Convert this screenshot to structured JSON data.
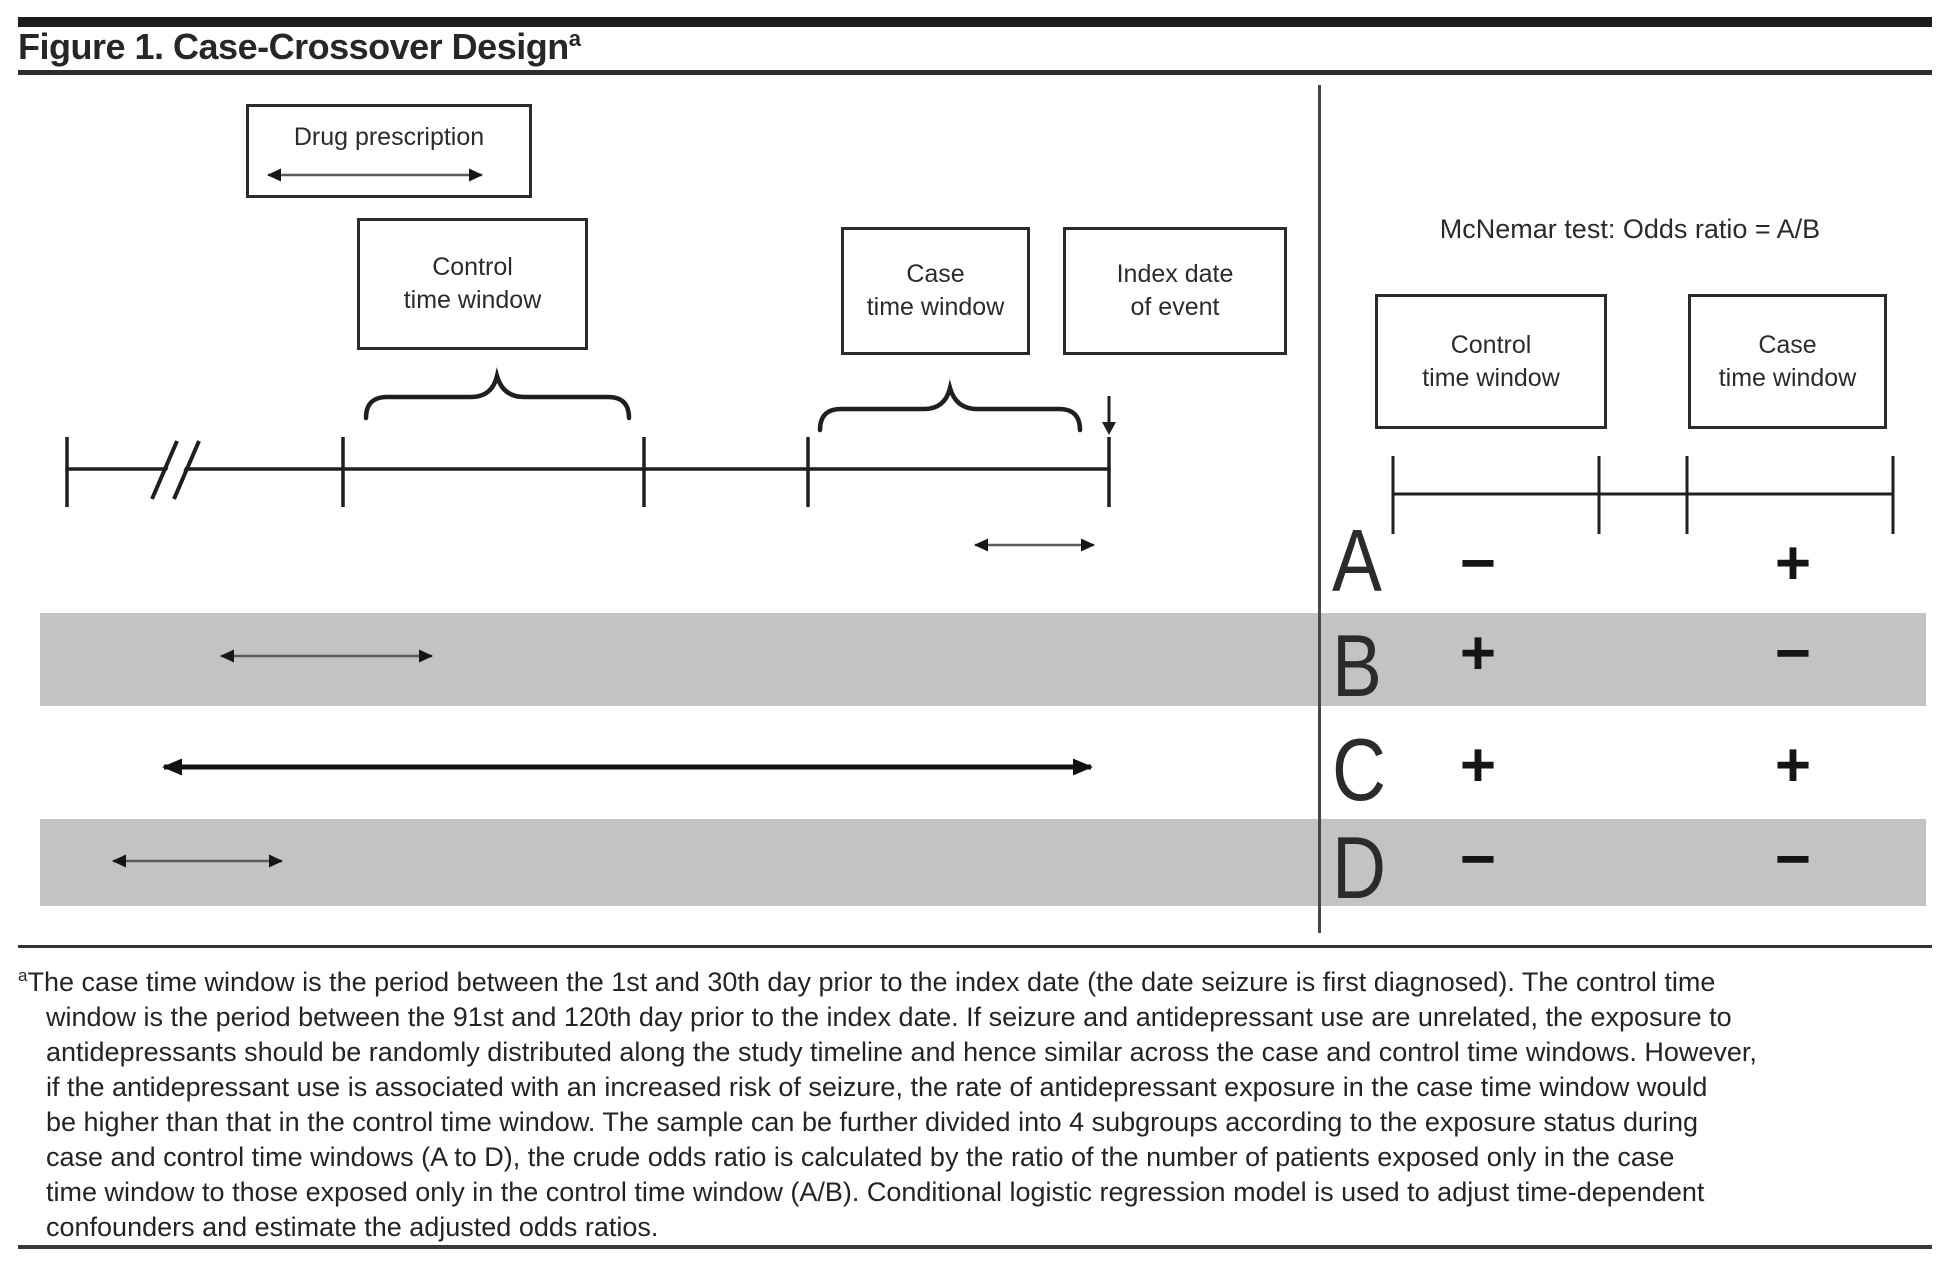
{
  "title": {
    "text": "Figure 1. Case-Crossover Design",
    "superscript": "a"
  },
  "diagram": {
    "drug_box": "Drug prescription",
    "control_box": "Control\ntime window",
    "case_box": "Case\ntime window",
    "index_box": "Index date\nof event"
  },
  "mcnemar": {
    "heading": "McNemar test: Odds ratio = A/B",
    "control_header": "Control\ntime window",
    "case_header": "Case\ntime window",
    "rows": [
      {
        "label": "A",
        "control": "−",
        "case": "+"
      },
      {
        "label": "B",
        "control": "+",
        "case": "−"
      },
      {
        "label": "C",
        "control": "+",
        "case": "+"
      },
      {
        "label": "D",
        "control": "−",
        "case": "−"
      }
    ]
  },
  "footnote": {
    "superscript": "a",
    "lines": [
      "The case time window is the period between the 1st and 30th day prior to the index date (the date seizure is first diagnosed). The control time",
      "window is the period between the 91st and 120th day prior to the index date. If seizure and antidepressant use are unrelated, the exposure to",
      "antidepressants should be randomly distributed along the study timeline and hence similar across the case and control time windows. However,",
      "if the antidepressant use is associated with an increased risk of seizure, the rate of antidepressant exposure in the case time window would",
      "be higher than that in the control time window. The sample can be further divided into 4 subgroups according to the exposure status during",
      "case and control time windows (A to D), the crude odds ratio is calculated by the ratio of the number of patients exposed only in the case",
      "time window to those exposed only in the control time window (A/B). Conditional logistic regression model is used to adjust time-dependent",
      "confounders and estimate the adjusted odds ratios."
    ]
  },
  "colors": {
    "band": "#c3c3c3",
    "ink": "#1f1f1f"
  }
}
